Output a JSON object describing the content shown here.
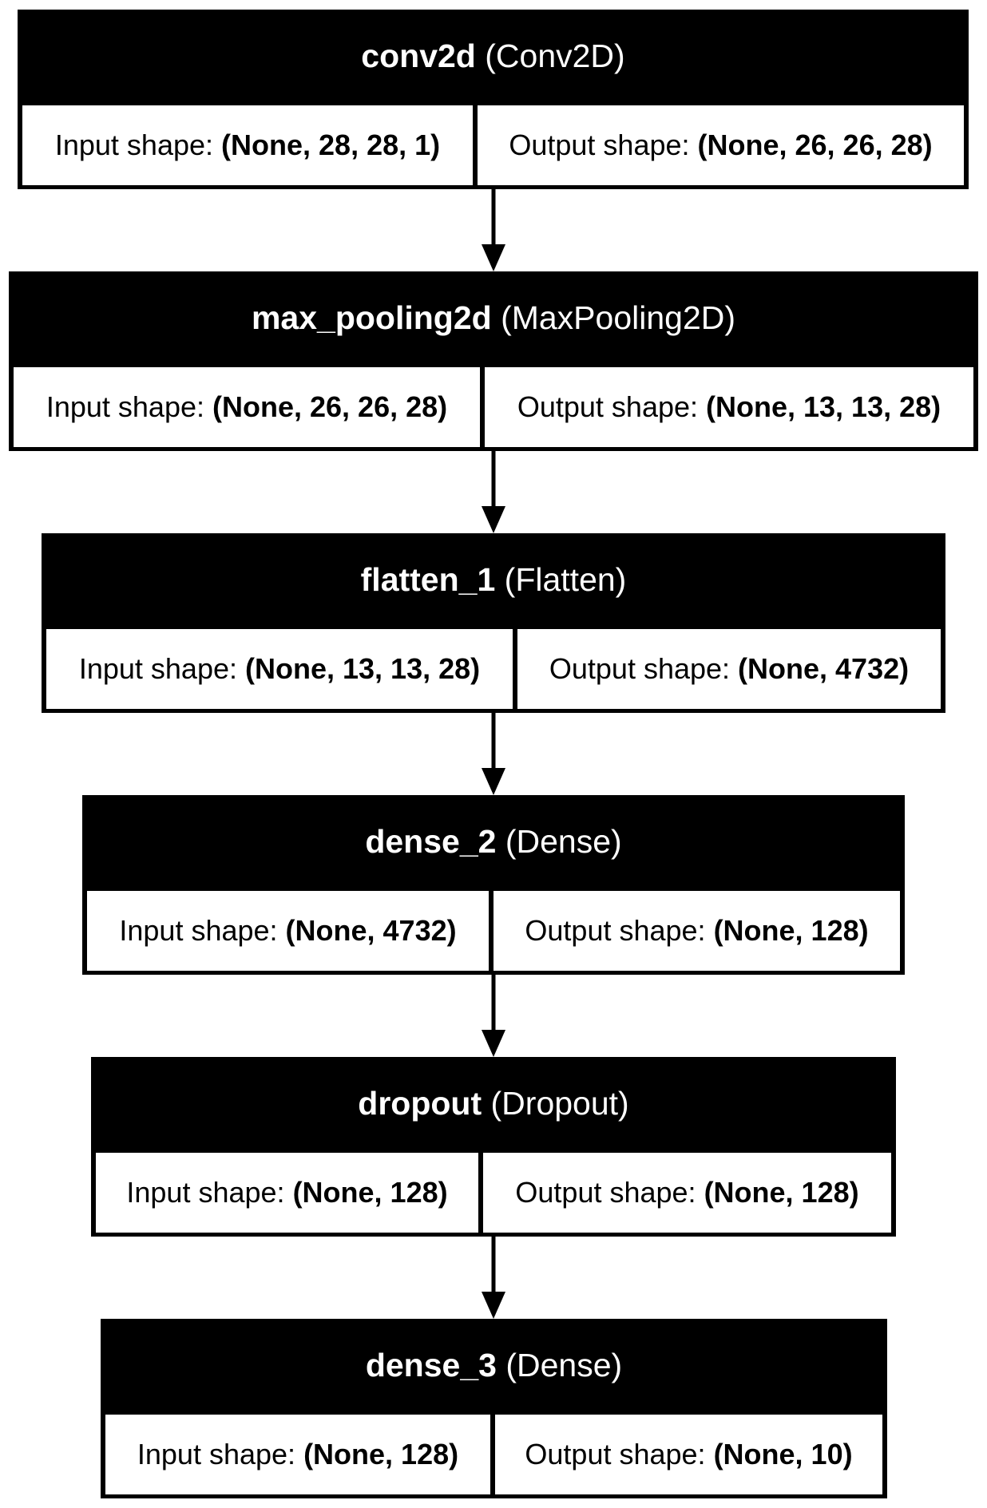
{
  "diagram": {
    "layers": [
      {
        "name": "conv2d",
        "type": "(Conv2D)",
        "input_label": "Input shape: ",
        "input_shape": "(None, 28, 28, 1)",
        "output_label": "Output shape: ",
        "output_shape": "(None, 26, 26, 28)"
      },
      {
        "name": "max_pooling2d",
        "type": "(MaxPooling2D)",
        "input_label": "Input shape: ",
        "input_shape": "(None, 26, 26, 28)",
        "output_label": "Output shape: ",
        "output_shape": "(None, 13, 13, 28)"
      },
      {
        "name": "flatten_1",
        "type": "(Flatten)",
        "input_label": "Input shape: ",
        "input_shape": "(None, 13, 13, 28)",
        "output_label": "Output shape: ",
        "output_shape": "(None, 4732)"
      },
      {
        "name": "dense_2",
        "type": "(Dense)",
        "input_label": "Input shape: ",
        "input_shape": "(None, 4732)",
        "output_label": "Output shape: ",
        "output_shape": "(None, 128)"
      },
      {
        "name": "dropout",
        "type": "(Dropout)",
        "input_label": "Input shape: ",
        "input_shape": "(None, 128)",
        "output_label": "Output shape: ",
        "output_shape": "(None, 128)"
      },
      {
        "name": "dense_3",
        "type": "(Dense)",
        "input_label": "Input shape: ",
        "input_shape": "(None, 128)",
        "output_label": "Output shape: ",
        "output_shape": "(None, 10)"
      }
    ],
    "colors": {
      "header_background": "#000000",
      "header_text": "#ffffff",
      "cell_background": "#ffffff",
      "text": "#000000",
      "arrow": "#000000"
    }
  }
}
